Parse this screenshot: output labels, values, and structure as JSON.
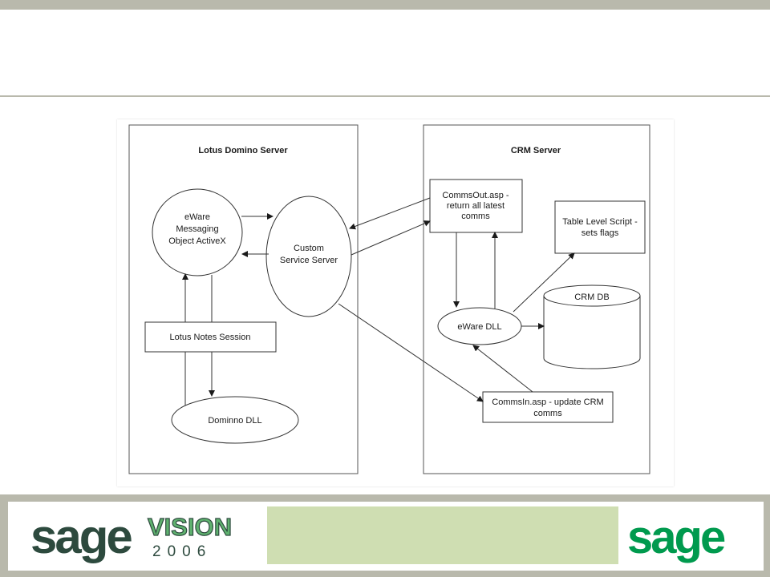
{
  "slide": {
    "title": ""
  },
  "diagram": {
    "left_server": {
      "title": "Lotus Domino Server",
      "eware_object": [
        "eWare",
        "Messaging",
        "Object ActiveX"
      ],
      "notes_session": "Lotus Notes Session",
      "domino_dll": "Dominno DLL"
    },
    "custom_service": [
      "Custom",
      "Service Server"
    ],
    "right_server": {
      "title": "CRM Server",
      "commsout": [
        "CommsOut.asp -",
        "return all latest",
        "comms"
      ],
      "table_script": [
        "Table Level Script -",
        "sets flags"
      ],
      "crm_db": "CRM DB",
      "eware_dll": "eWare DLL",
      "commsin": [
        "CommsIn.asp - update CRM",
        "comms"
      ]
    }
  },
  "footer": {
    "left_logo": {
      "word1": "sage",
      "word2": "VISION",
      "year": "2006"
    },
    "right_logo": "sage",
    "colors": {
      "sage_dark": "#2d4a3e",
      "vision_green": "#5fb26f",
      "brand_green": "#009a4e",
      "panel": "#cfdeb2",
      "frame": "#b9b9ac"
    }
  }
}
